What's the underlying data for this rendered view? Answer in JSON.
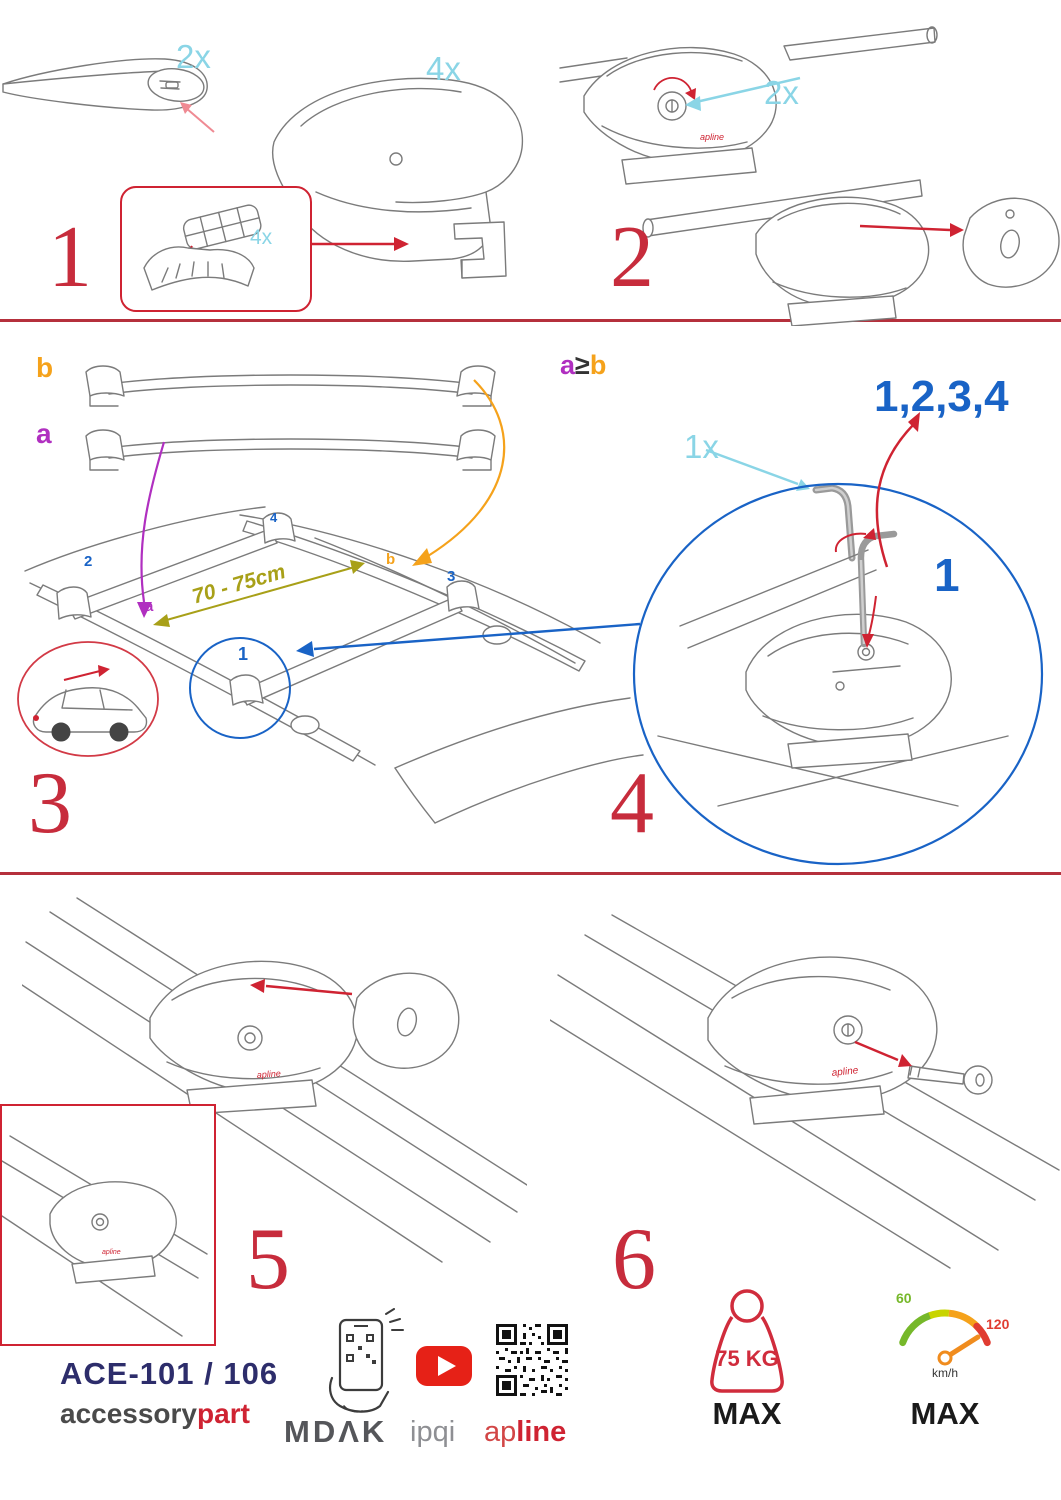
{
  "colors": {
    "accent_red": "#cf2332",
    "cyan": "#8ad5e6",
    "blue": "#1963c6",
    "purple": "#b02fc0",
    "orange": "#f5a21b",
    "olive": "#a8a018",
    "navy": "#2d2d6b",
    "gray": "#58595b"
  },
  "shared": {
    "foot_logo": "apline"
  },
  "step1": {
    "number": "1",
    "bar_qty": "2x",
    "foot_qty": "4x",
    "pad_qty": "4x"
  },
  "step2": {
    "number": "2",
    "lock_qty": "2x"
  },
  "step3": {
    "number": "3",
    "label_b": "b",
    "label_a": "a",
    "pos_1": "1",
    "pos_2": "2",
    "pos_3": "3",
    "pos_4": "4",
    "bar_label_a": "a",
    "bar_label_b": "b",
    "span_label": "70 - 75cm"
  },
  "step4": {
    "number": "4",
    "rule_a": "a",
    "rule_ge": "≥",
    "rule_b": "b",
    "sequence": "1,2,3,4",
    "tool_qty": "1x",
    "torque_step": "1"
  },
  "step5": {
    "number": "5"
  },
  "step6": {
    "number": "6"
  },
  "footer": {
    "model": "ACE-101 / 106",
    "brand_gray": "accessory",
    "brand_red": "part",
    "logo_mdak": "MDΛK",
    "logo_ipqi": "ipqi",
    "logo_ap": "ap",
    "logo_line": "line",
    "weight_value": "75 KG",
    "weight_max": "MAX",
    "speed_60": "60",
    "speed_120": "120",
    "speed_unit": "km/h",
    "speed_max": "MAX"
  },
  "icons": {
    "phone_scan": "phone-qr-scan-icon",
    "youtube": "youtube-play-icon",
    "qr": "qr-code-icon",
    "weight": "max-weight-icon",
    "speed": "max-speed-gauge-icon"
  }
}
